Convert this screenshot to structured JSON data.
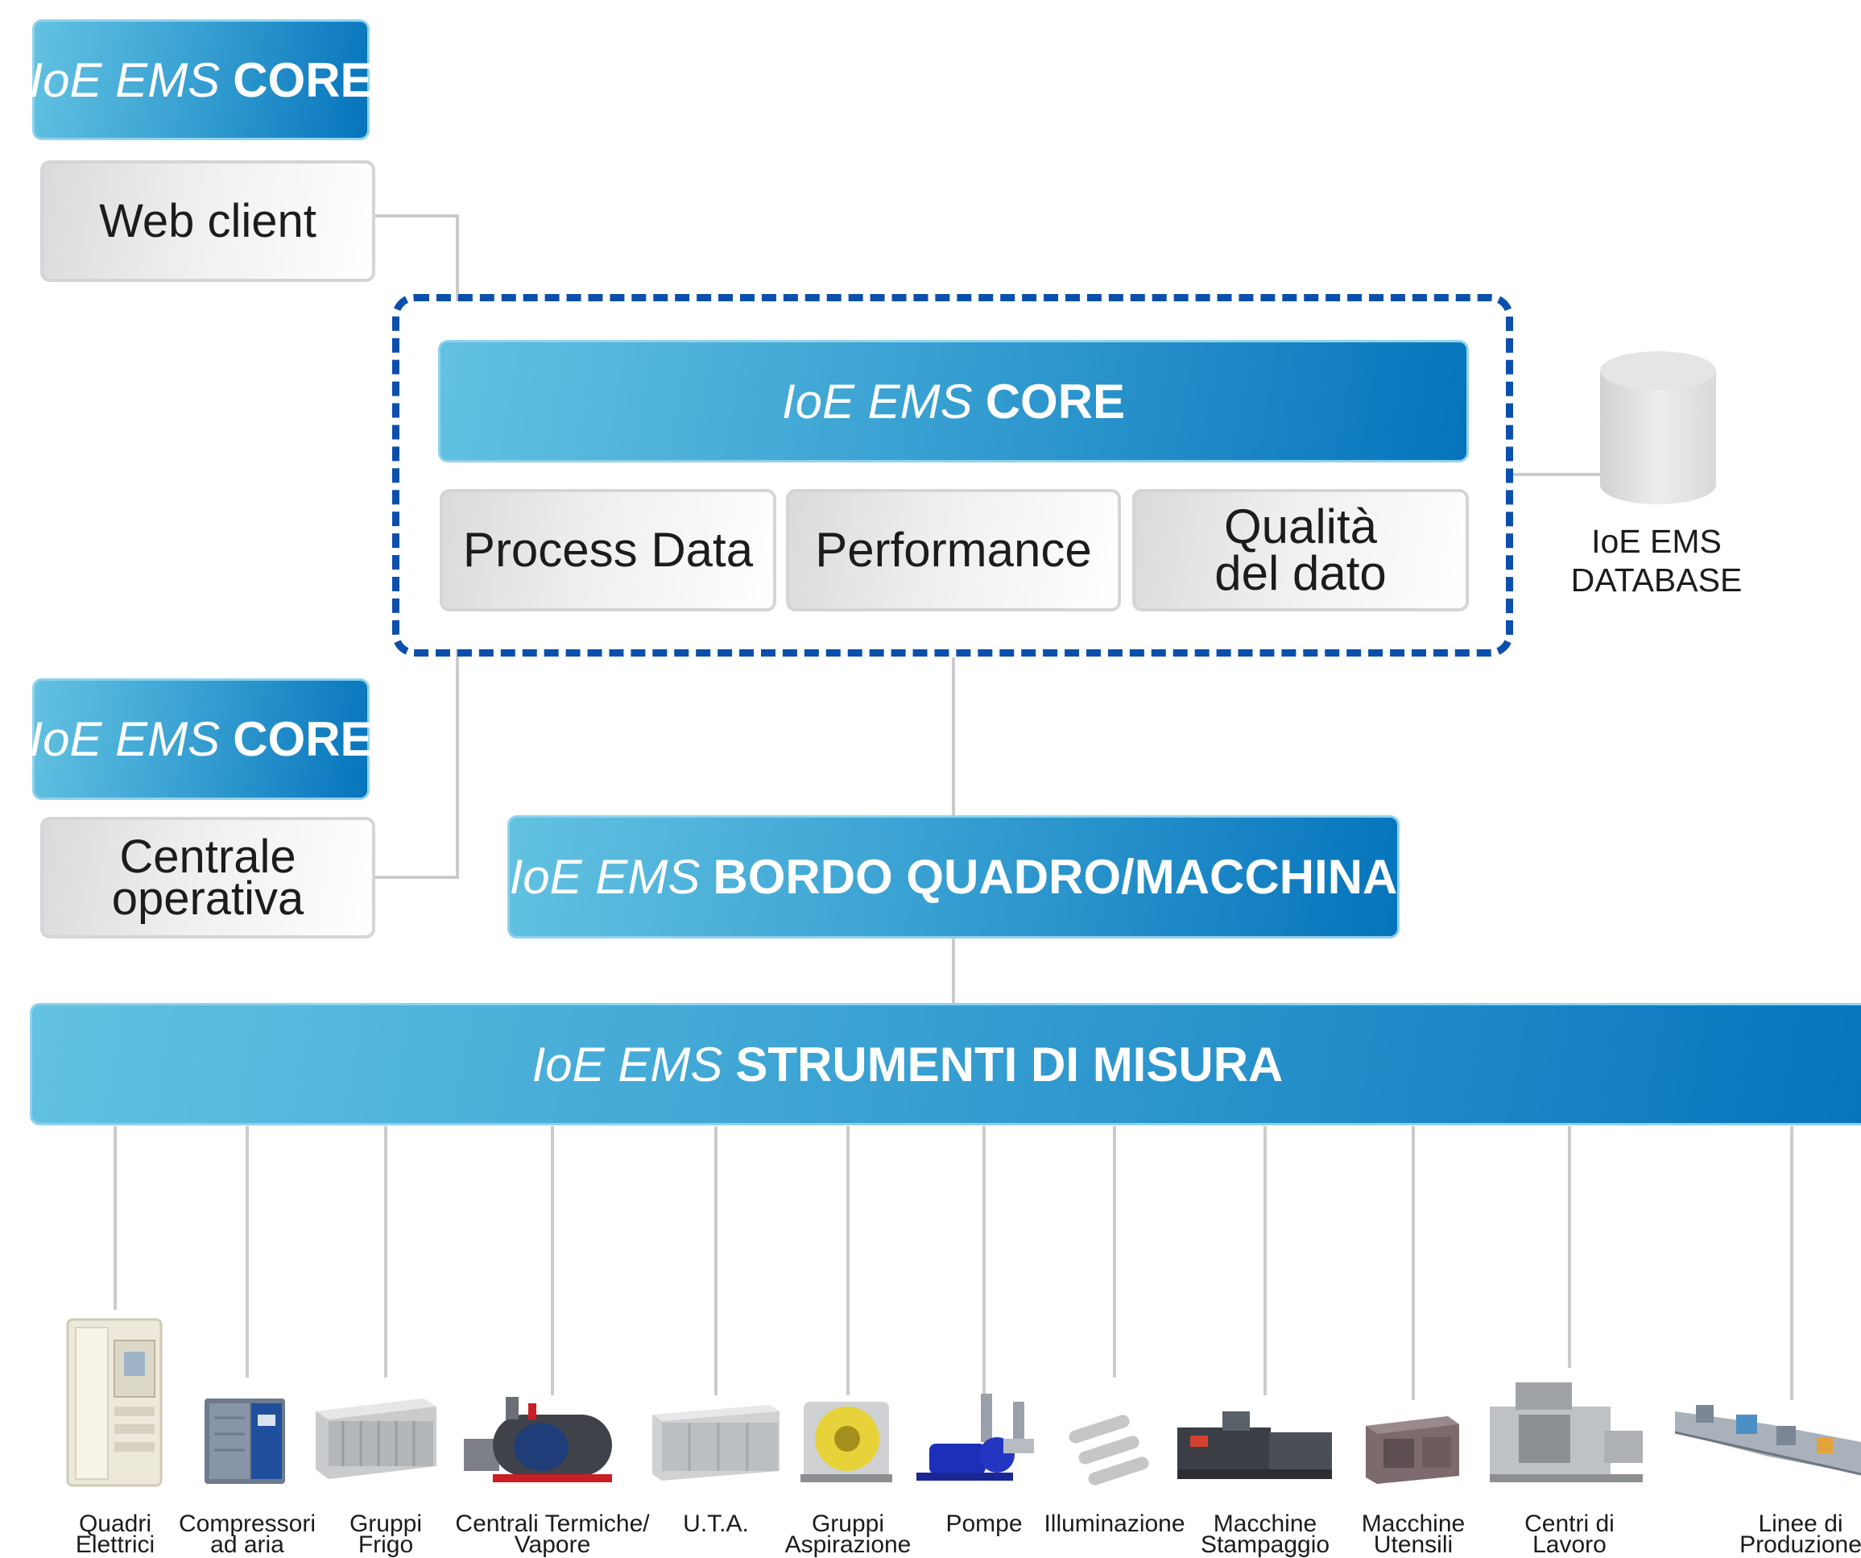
{
  "top_core": {
    "brand": "IoE EMS",
    "title": "CORE"
  },
  "web_client": "Web client",
  "main_core": {
    "brand": "IoE EMS",
    "title": "CORE"
  },
  "modules": {
    "process": "Process Data",
    "performance": "Performance",
    "quality_line1": "Qualità",
    "quality_line2": "del dato"
  },
  "database": {
    "line1": "IoE EMS",
    "line2": "DATABASE"
  },
  "mid_core": {
    "brand": "IoE EMS",
    "title": "CORE"
  },
  "control_room": {
    "line1": "Centrale",
    "line2": "operativa"
  },
  "edge": {
    "brand": "IoE EMS",
    "title": "BORDO QUADRO/MACCHINA"
  },
  "instruments": {
    "brand": "IoE EMS",
    "title": "STRUMENTI DI MISURA"
  },
  "devices": [
    {
      "line1": "Quadri",
      "line2": "Elettrici",
      "icon": "electrical-cabinet-icon"
    },
    {
      "line1": "Compressori",
      "line2": "ad aria",
      "icon": "air-compressor-icon"
    },
    {
      "line1": "Gruppi",
      "line2": "Frigo",
      "icon": "chiller-icon"
    },
    {
      "line1": "Centrali Termiche/",
      "line2": "Vapore",
      "icon": "boiler-icon"
    },
    {
      "line1": "U.T.A.",
      "line2": "",
      "icon": "air-handling-unit-icon"
    },
    {
      "line1": "Gruppi",
      "line2": "Aspirazione",
      "icon": "extraction-fan-icon"
    },
    {
      "line1": "Pompe",
      "line2": "",
      "icon": "pump-icon"
    },
    {
      "line1": "Illuminazione",
      "line2": "",
      "icon": "lighting-icon"
    },
    {
      "line1": "Macchine",
      "line2": "Stampaggio",
      "icon": "molding-machine-icon"
    },
    {
      "line1": "Macchine",
      "line2": "Utensili",
      "icon": "machine-tool-icon"
    },
    {
      "line1": "Centri di",
      "line2": "Lavoro",
      "icon": "machining-center-icon"
    },
    {
      "line1": "Linee di",
      "line2": "Produzione",
      "icon": "production-line-icon"
    }
  ]
}
